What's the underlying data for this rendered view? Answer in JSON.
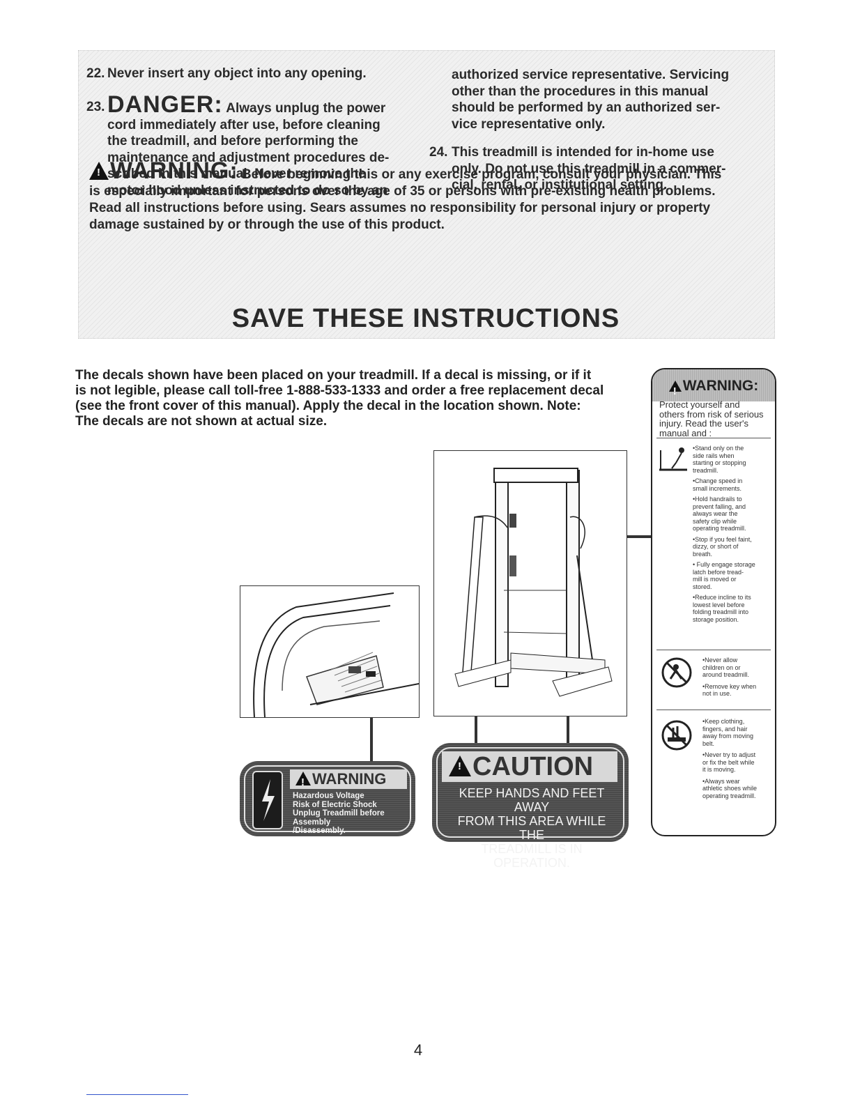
{
  "items": {
    "i22": {
      "num": "22.",
      "text": "Never insert any object into any opening."
    },
    "i23": {
      "num": "23.",
      "word": "DANGER:",
      "lines": [
        "Always unplug the power",
        "cord immediately after use, before cleaning",
        "the treadmill, and before performing the",
        "maintenance and adjustment procedures de-",
        "scribed in this manual. Never remove the",
        "motor hood unless instructed to do so by an"
      ],
      "cont": [
        "authorized service representative. Servicing",
        "other than the procedures in this manual",
        "should be performed by an authorized ser-",
        "vice representative only."
      ]
    },
    "i24": {
      "num": "24.",
      "lines": [
        "This treadmill is intended for in-home use",
        "only. Do not use this treadmill in a commer-",
        "cial, rental, or institutional setting."
      ]
    }
  },
  "warning": {
    "word": "WARNING:",
    "lines": [
      "Before beginning this or any exercise program, consult your physician. This",
      "is especially important for persons over the age of 35 or persons with pre-existing health problems.",
      "Read all instructions before using. Sears assumes no responsibility for personal injury or property",
      "damage sustained by or through the use of this product."
    ]
  },
  "save": "SAVE THESE INSTRUCTIONS",
  "intro_lines": [
    "The decals shown have been placed on your treadmill. If a decal is missing, or if it",
    "is not legible, please call toll-free 1-888-533-1333 and order a free replacement decal",
    "(see the front cover of this manual). Apply the decal in the location shown. Note:",
    "The decals are not shown at actual size."
  ],
  "decal_voltage": {
    "title": "WARNING",
    "lines": [
      "Hazardous Voltage",
      "Risk of Electric Shock",
      "Unplug Treadmill before Assembly",
      "/Disassembly."
    ]
  },
  "decal_caution": {
    "title": "CAUTION",
    "lines": [
      "KEEP HANDS AND FEET AWAY",
      "FROM THIS AREA WHILE THE",
      "TREADMILL IS IN OPERATION."
    ]
  },
  "side_decal": {
    "title": "WARNING:",
    "intro": [
      "Protect yourself and",
      "others from risk of serious",
      "injury. Read the user's",
      "manual and :"
    ],
    "group1": [
      [
        "•Stand only on the",
        "side rails when",
        "starting or stopping",
        "treadmill."
      ],
      [
        "•Change speed in",
        "small increments."
      ],
      [
        "•Hold handrails to",
        "prevent falling, and",
        "always wear the",
        "safety clip while",
        "operating treadmill."
      ],
      [
        "•Stop if you feel faint,",
        "dizzy, or short of",
        "breath."
      ],
      [
        "• Fully engage storage",
        "latch before tread-",
        "mill is moved or",
        "stored."
      ],
      [
        "•Reduce incline to its",
        "lowest level before",
        "folding treadmill into",
        "storage position."
      ]
    ],
    "group2": [
      [
        "•Never allow",
        "children on or",
        "around treadmill."
      ],
      [
        "•Remove key when",
        "not in use."
      ]
    ],
    "group3": [
      [
        "•Keep clothing,",
        "fingers, and hair",
        "away from moving",
        "belt."
      ],
      [
        "•Never try to adjust",
        "or fix the belt while",
        "it is moving."
      ],
      [
        "•Always wear",
        "athletic shoes while",
        "operating treadmill."
      ]
    ]
  },
  "page_number": "4"
}
